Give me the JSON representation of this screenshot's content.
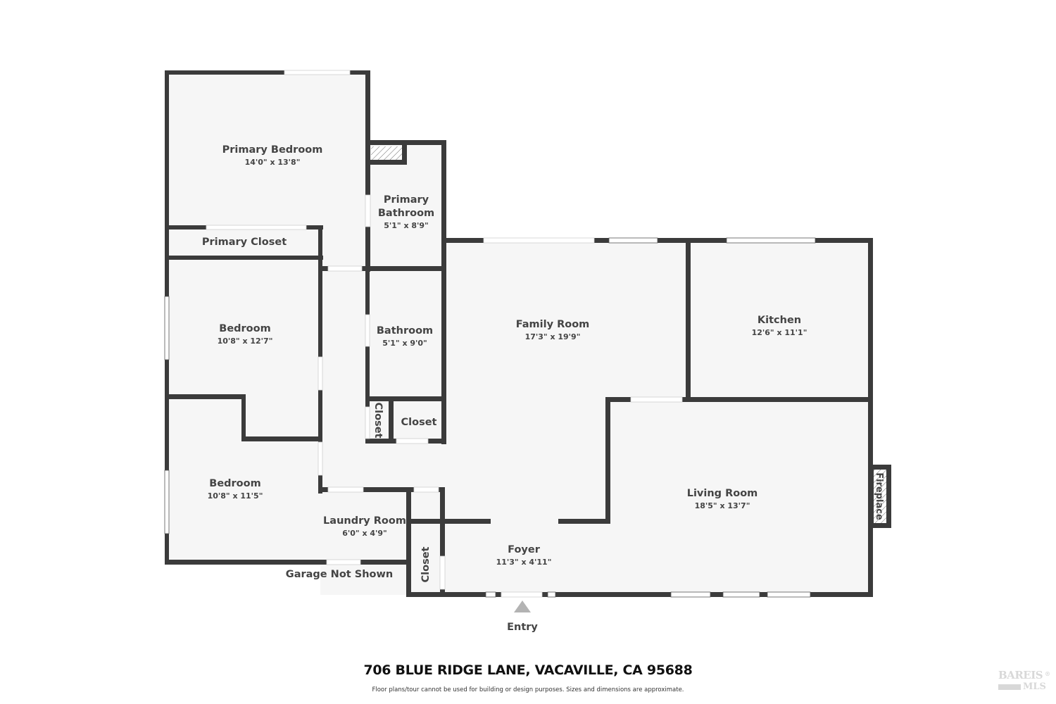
{
  "floor_plan": {
    "rooms": [
      {
        "id": "primary-bedroom",
        "name": "Primary Bedroom",
        "dimensions": "14'0\" x 13'8\""
      },
      {
        "id": "primary-bathroom",
        "name_line1": "Primary",
        "name_line2": "Bathroom",
        "dimensions": "5'1\" x 8'9\""
      },
      {
        "id": "primary-closet",
        "name": "Primary Closet"
      },
      {
        "id": "bedroom-1",
        "name": "Bedroom",
        "dimensions": "10'8\" x 12'7\""
      },
      {
        "id": "bathroom",
        "name": "Bathroom",
        "dimensions": "5'1\" x 9'0\""
      },
      {
        "id": "closet-small-vertical",
        "name": "Closet"
      },
      {
        "id": "closet-hall",
        "name": "Closet"
      },
      {
        "id": "family-room",
        "name": "Family Room",
        "dimensions": "17'3\" x 19'9\""
      },
      {
        "id": "kitchen",
        "name": "Kitchen",
        "dimensions": "12'6\" x 11'1\""
      },
      {
        "id": "bedroom-2",
        "name": "Bedroom",
        "dimensions": "10'8\" x 11'5\""
      },
      {
        "id": "laundry-room",
        "name": "Laundry Room",
        "dimensions": "6'0\" x 4'9\""
      },
      {
        "id": "living-room",
        "name": "Living Room",
        "dimensions": "18'5\" x 13'7\""
      },
      {
        "id": "foyer",
        "name": "Foyer",
        "dimensions": "11'3\" x 4'11\""
      },
      {
        "id": "closet-foyer",
        "name": "Closet"
      },
      {
        "id": "fireplace",
        "name": "Fireplace"
      }
    ],
    "annotations": {
      "garage": "Garage Not Shown",
      "entry": "Entry"
    }
  },
  "footer": {
    "address": "706 BLUE RIDGE LANE, VACAVILLE, CA 95688",
    "disclaimer": "Floor plans/tour cannot be used for building or design purposes. Sizes and dimensions are approximate.",
    "logo_top": "BAREIS",
    "logo_bottom": "MLS",
    "logo_reg": "®"
  },
  "colors": {
    "wall": "#3b3b3b",
    "floor": "#f6f6f6",
    "text": "#444444",
    "entry_marker": "#b3b3b3"
  }
}
